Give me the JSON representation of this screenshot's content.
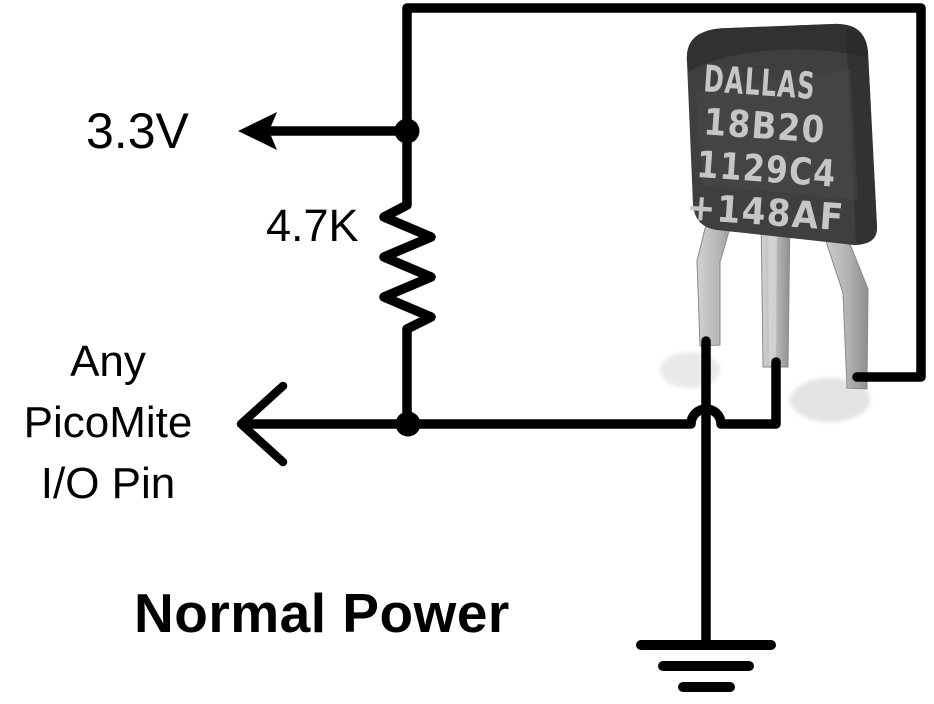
{
  "title": "Normal Power",
  "labels": {
    "supply_voltage": "3.3V",
    "resistor_value": "4.7K",
    "io_pin": [
      "Any",
      "PicoMite",
      "I/O Pin"
    ]
  },
  "sensor": {
    "marking": [
      "DALLAS",
      "18B20",
      "1129C4",
      "+148AF"
    ]
  },
  "colors": {
    "wire": "#000000",
    "background": "#ffffff",
    "package_body": "#3f3f3f",
    "package_top": "#2d2d2d",
    "package_text": "#c6c6c6",
    "lead_light": "#cccccc",
    "lead_dark": "#9a9a9a"
  }
}
